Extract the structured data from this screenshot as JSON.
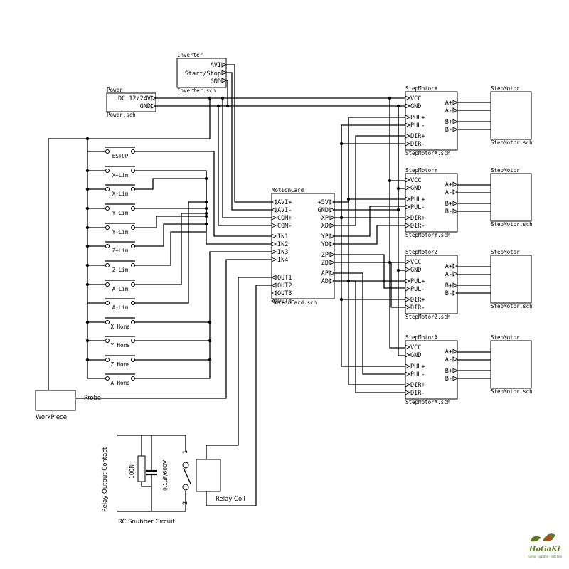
{
  "inverter": {
    "title": "Inverter",
    "file": "Inverter.sch",
    "pins": [
      "AVI",
      "Start/Stop",
      "GND"
    ]
  },
  "power": {
    "title": "Power",
    "file": "Power.sch",
    "pins": [
      "DC 12/24V",
      "GND"
    ]
  },
  "motion_card": {
    "title": "MotionCard",
    "file": "MotionCard.sch",
    "left_pins": [
      "AVI+",
      "AVI-",
      "COM+",
      "COM-",
      "IN1",
      "IN2",
      "IN3",
      "IN4",
      "OUT1",
      "OUT2",
      "OUT3",
      "OUT4"
    ],
    "right_pins": [
      "+5V",
      "GND",
      "XP",
      "XD",
      "YP",
      "YD",
      "ZP",
      "ZD",
      "AP",
      "AD"
    ]
  },
  "switches": [
    "ESTOP",
    "X+Lim",
    "X-Lim",
    "Y+Lim",
    "Y-Lim",
    "Z+Lim",
    "Z-Lim",
    "A+Lim",
    "A-Lim",
    "X Home",
    "Y Home",
    "Z Home",
    "A Home"
  ],
  "drivers": [
    {
      "title": "StepMotorX",
      "file": "StepMotorX.sch"
    },
    {
      "title": "StepMotorY",
      "file": "StepMotorY.sch"
    },
    {
      "title": "StepMotorZ",
      "file": "StepMotorZ.sch"
    },
    {
      "title": "StepMotorA",
      "file": "StepMotorA.sch"
    }
  ],
  "driver_left_pins": [
    "VCC",
    "GND",
    "PUL+",
    "PUL-",
    "DIR+",
    "DIR-"
  ],
  "driver_right_pins": [
    "A+",
    "A-",
    "B+",
    "B-"
  ],
  "motors": [
    {
      "title": "StepMotor",
      "file": "StepMotor.sch"
    },
    {
      "title": "StepMotor",
      "file": "StepMotor.sch"
    },
    {
      "title": "StepMotor",
      "file": "StepMotor.sch"
    },
    {
      "title": "StepMotor",
      "file": "StepMotor.sch"
    }
  ],
  "workpiece": "WorkPiece",
  "probe": "Probe",
  "relay_coil": "Relay Coil",
  "relay_output": "Relay Output Contact",
  "resistor": "100R",
  "capacitor": "0.1uF/600V",
  "contact_1": "1",
  "contact_2": "2",
  "snubber": "RC Snubber Circuit",
  "logo": {
    "brand": "HoGaKi",
    "tagline": "home - garden - kitchen",
    "colors": [
      "#5b7a2a",
      "#b24a1a"
    ]
  }
}
